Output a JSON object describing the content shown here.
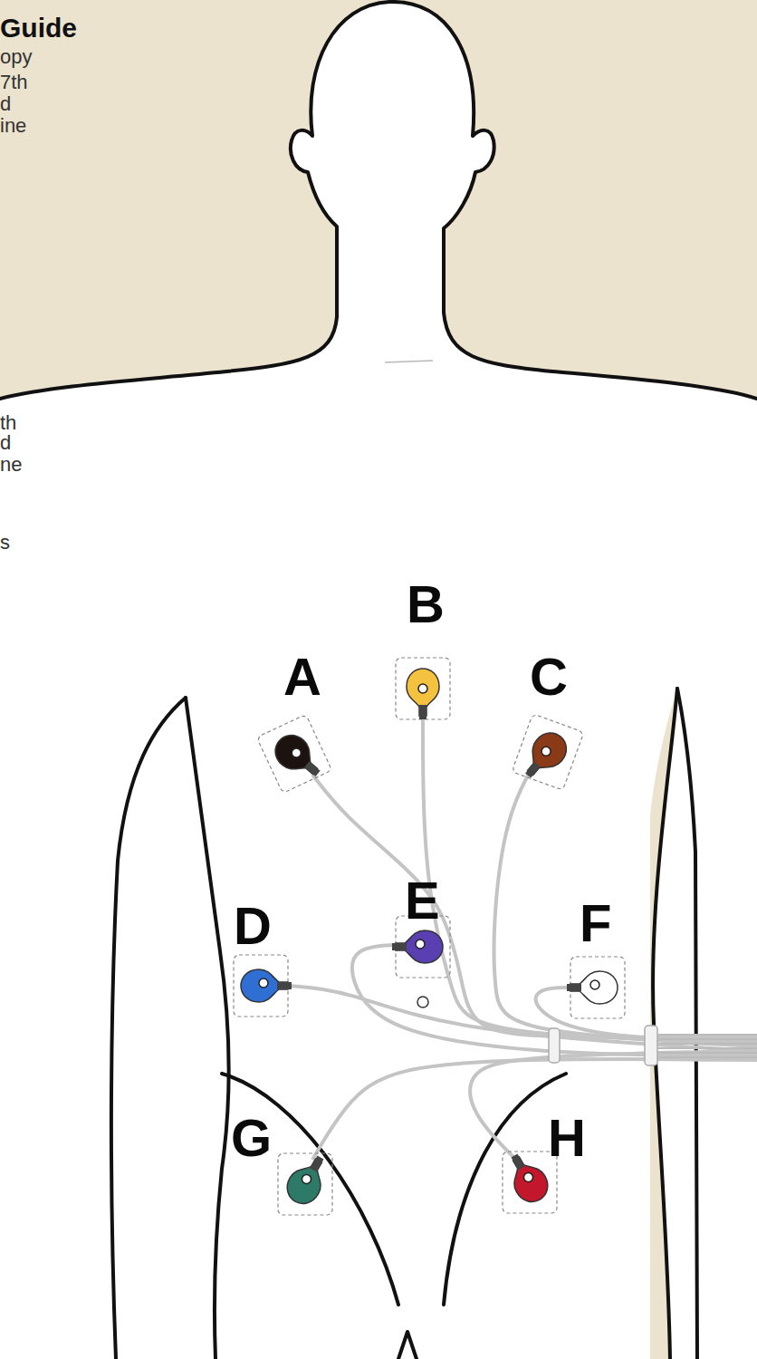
{
  "diagram": {
    "labels": [
      "Guide",
      "opy",
      "7th",
      "d",
      "ine",
      "th",
      "d",
      "ne",
      "s",
      "A",
      "B",
      "C",
      "D",
      "E",
      "F",
      "G",
      "H"
    ]
  }
}
